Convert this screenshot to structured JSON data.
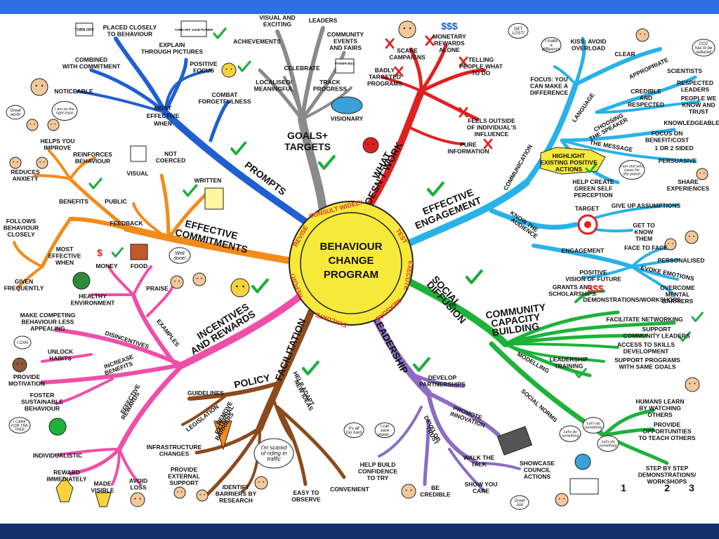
{
  "center": {
    "title": [
      "BEHAVIOUR",
      "CHANGE",
      "PROGRAM"
    ],
    "cycle": [
      "CONSULT WIDELY",
      "TEST",
      "EXECUTE",
      "MEASURE",
      "EVALUATE",
      "REPORT",
      "REVISE"
    ]
  },
  "colors": {
    "prompts": "#1f5fd0",
    "goals": "#8a8a8a",
    "what_doesnt_work": "#e02020",
    "engagement": "#29b2e8",
    "diffusion": "#1db23a",
    "leadership": "#8c6cc4",
    "facilitation": "#8b4a1c",
    "incentives": "#ef4fa8",
    "commitments": "#f28b1a",
    "center": "#f7e93a",
    "check": "#1cae3a",
    "cross": "#e02020"
  },
  "branches": {
    "prompts": {
      "title": "PROMPTS",
      "sub_title": [
        "MOST",
        "EFFECTIVE",
        "WHEN"
      ],
      "labels": [
        "PLACED CLOSELY",
        "TO BEHAVIOUR",
        "EXPLAIN",
        "THROUGH PICTURES",
        "COMBINED",
        "WITH COMMITMENT",
        "POSITIVE",
        "FOCUS",
        "NOTICEABLE",
        "COMBAT",
        "FORGETFULNESS"
      ],
      "sign_turn_off": "TURN OFF",
      "sign_save_power": "TURN OFF SAVE POWER"
    },
    "goals": {
      "title": [
        "GOALS+",
        "TARGETS"
      ],
      "labels": [
        "VISUAL AND",
        "EXCITING",
        "LEADERS",
        "ACHIEVEMENTS",
        "COMMUNITY",
        "EVENTS",
        "AND FAIRS",
        "CELEBRATE",
        "LOCALISED/",
        "MEANINGFUL",
        "TRACK",
        "PROGRESS",
        "VISIONARY"
      ],
      "chart_caption": "POWER BILL"
    },
    "what_doesnt_work": {
      "title": [
        "WHAT",
        "DOESN'T WORK"
      ],
      "labels": [
        "SCARE",
        "CAMPAIGNS",
        "MONETARY",
        "REWARDS",
        "ALONE",
        "TELLING",
        "PEOPLE WHAT",
        "TO DO",
        "BADLY",
        "TARGETED",
        "PROGRAMS",
        "FEELS OUTSIDE",
        "OF INDIVIDUAL'S",
        "INFLUENCE",
        "PURE",
        "INFORMATION"
      ],
      "speech": [
        "GET",
        "LOST!"
      ],
      "money": "$$$"
    },
    "engagement": {
      "title": [
        "EFFECTIVE",
        "ENGAGEMENT"
      ],
      "labels": [
        "KISS: AVOID",
        "OVERLOAD",
        "CLEAR",
        "FOCUS: YOU",
        "CAN MAKE A",
        "DIFFERENCE",
        "APPROPRIATE",
        "SCIENTISTS",
        "LANGUAGE",
        "CREDIBLE",
        "AND",
        "RESPECTED",
        "RESPECTED",
        "LEADERS",
        "PEOPLE WE",
        "KNOW AND",
        "TRUST",
        "CHOOSING",
        "THE SPEAKER",
        "KNOWLEDGEABLE",
        "COMMUNICATION",
        "FOCUS ON",
        "BENEFIT/COST",
        "THE MESSAGE",
        "1 OR 2 SIDED",
        "PERSUASIVE",
        "SHARE",
        "EXPERIENCES",
        "HIGHLIGHT",
        "EXISTING POSITIVE",
        "ACTIONS",
        "HELP CREATE",
        "GREEN SELF",
        "PERCEPTION",
        "KNOW THE",
        "AUDIENCE",
        "TARGET",
        "GIVE UP ASSUMPTIONS",
        "GET TO",
        "KNOW",
        "THEM",
        "ENGAGEMENT",
        "FACE TO FACE",
        "PERSONALISED",
        "POSITIVE",
        "VISION OF FUTURE",
        "EVOKE EMOTIONS",
        "OVERCOME",
        "MENTAL",
        "BARRIERS"
      ],
      "speech_difference": [
        "I make",
        "a",
        "difference"
      ],
      "speech_co2": [
        "CO2",
        "has to be",
        "reduced"
      ],
      "speech_planet": [
        "I am one who",
        "cares for",
        "the planet"
      ]
    },
    "diffusion": {
      "title": [
        "SOCIAL",
        "DIFFUSION"
      ],
      "labels": [
        "GRANTS AND",
        "SCHOLARSHIPS",
        "DEMONSTRATIONS/WORKSHOPS",
        "COMMUNITY",
        "CAPACITY",
        "BUILDING",
        "FACILITATE NETWORKING",
        "SUPPORT",
        "COMMUNITY LEADERS",
        "ACCESS TO SKILLS",
        "DEVELOPMENT",
        "LEADERSHIP",
        "TRAINING",
        "SUPPORT PROGRAMS",
        "WITH SAME GOALS",
        "MODELLING",
        "SOCIAL NORMS",
        "HUMANS LEARN",
        "BY WATCHING",
        "OTHERS",
        "PROVIDE",
        "OPPORTUNITIES",
        "TO TEACH OTHERS",
        "STEP BY STEP",
        "DEMONSTRATIONS/",
        "WORKSHOPS"
      ],
      "speech_lets": [
        "Let's do",
        "something"
      ],
      "money": "$$$",
      "steps": [
        "1",
        "2",
        "3"
      ]
    },
    "leadership": {
      "title": "LEADERSHIP",
      "labels": [
        "DEVELOP",
        "PARTNERSHIPS",
        "PROMOTE",
        "INNOVATION",
        "DEVELOP",
        "TRUST",
        "WALK THE",
        "TALK",
        "SHOWCASE",
        "COUNCIL",
        "ACTIONS",
        "HELP BUILD",
        "CONFIDENCE",
        "TO TRY",
        "BE",
        "CREDIBLE",
        "SHOW YOU",
        "CARE"
      ],
      "speech_hard": [
        "It's all",
        "too hard"
      ],
      "speech_power": [
        "I can",
        "save",
        "power..."
      ],
      "speech_job": [
        "Good",
        "Job"
      ]
    },
    "facilitation": {
      "title": "FACILITATION",
      "labels": [
        "GUIDELINES",
        "POLICY",
        "LEGISLATION",
        "REMOVE",
        "EXTERNAL",
        "BARRIERS",
        "HELP ADAPT",
        "NEW IDEAS",
        "INFRASTRUCTURE",
        "CHANGES",
        "PROVIDE",
        "EXTERNAL",
        "SUPPORT",
        "IDENTIFY",
        "BARRIERS BY",
        "RESEARCH",
        "EASY TO",
        "OBSERVE",
        "CONVENIENT"
      ],
      "speech_scared": [
        "I'm scared",
        "of riding in",
        "traffic"
      ]
    },
    "incentives": {
      "title": [
        "INCENTIVES",
        "AND REWARDS"
      ],
      "labels": [
        "MONEY",
        "FOOD",
        "HEALTHY",
        "ENVIRONMENT",
        "PRAISE",
        "EXAMPLES",
        "MAKE COMPETING",
        "BEHAVIOUR LESS",
        "APPEALING",
        "DISINCENTIVES",
        "UNLOCK",
        "HABITS",
        "INCREASE",
        "BENEFITS",
        "PROVIDE",
        "MOTIVATION",
        "FOSTER",
        "SUSTAINABLE",
        "BEHAVIOUR",
        "EFFECTIVE",
        "REWARDS",
        "INDIVIDUALISTIC",
        "REWARD",
        "IMMEDIATELY",
        "MADE",
        "VISIBLE",
        "AVOID",
        "LOSS"
      ],
      "speech_welldone": [
        "Well",
        "done!"
      ],
      "speech_ican": [
        "I CAN"
      ],
      "speech_tree": [
        "I CARE",
        "FOR THE",
        "TREE"
      ],
      "money": "$"
    },
    "commitments": {
      "title": [
        "EFFECTIVE",
        "COMMITMENTS"
      ],
      "labels": [
        "NOT",
        "COERCED",
        "WRITTEN",
        "VISUAL",
        "PUBLIC",
        "FEEDBACK",
        "HELPS YOU",
        "IMPROVE",
        "REINFORCES",
        "BEHAVIOUR",
        "BENEFITS",
        "REDUCES",
        "ANXIETY",
        "FOLLOWS",
        "BEHAVIOUR",
        "CLOSELY",
        "MOST",
        "EFFECTIVE",
        "WHEN",
        "GIVEN",
        "FREQUENTLY"
      ],
      "speech_great": [
        "Great",
        "work!"
      ],
      "speech_track": [
        "I am on the",
        "right track"
      ]
    }
  }
}
